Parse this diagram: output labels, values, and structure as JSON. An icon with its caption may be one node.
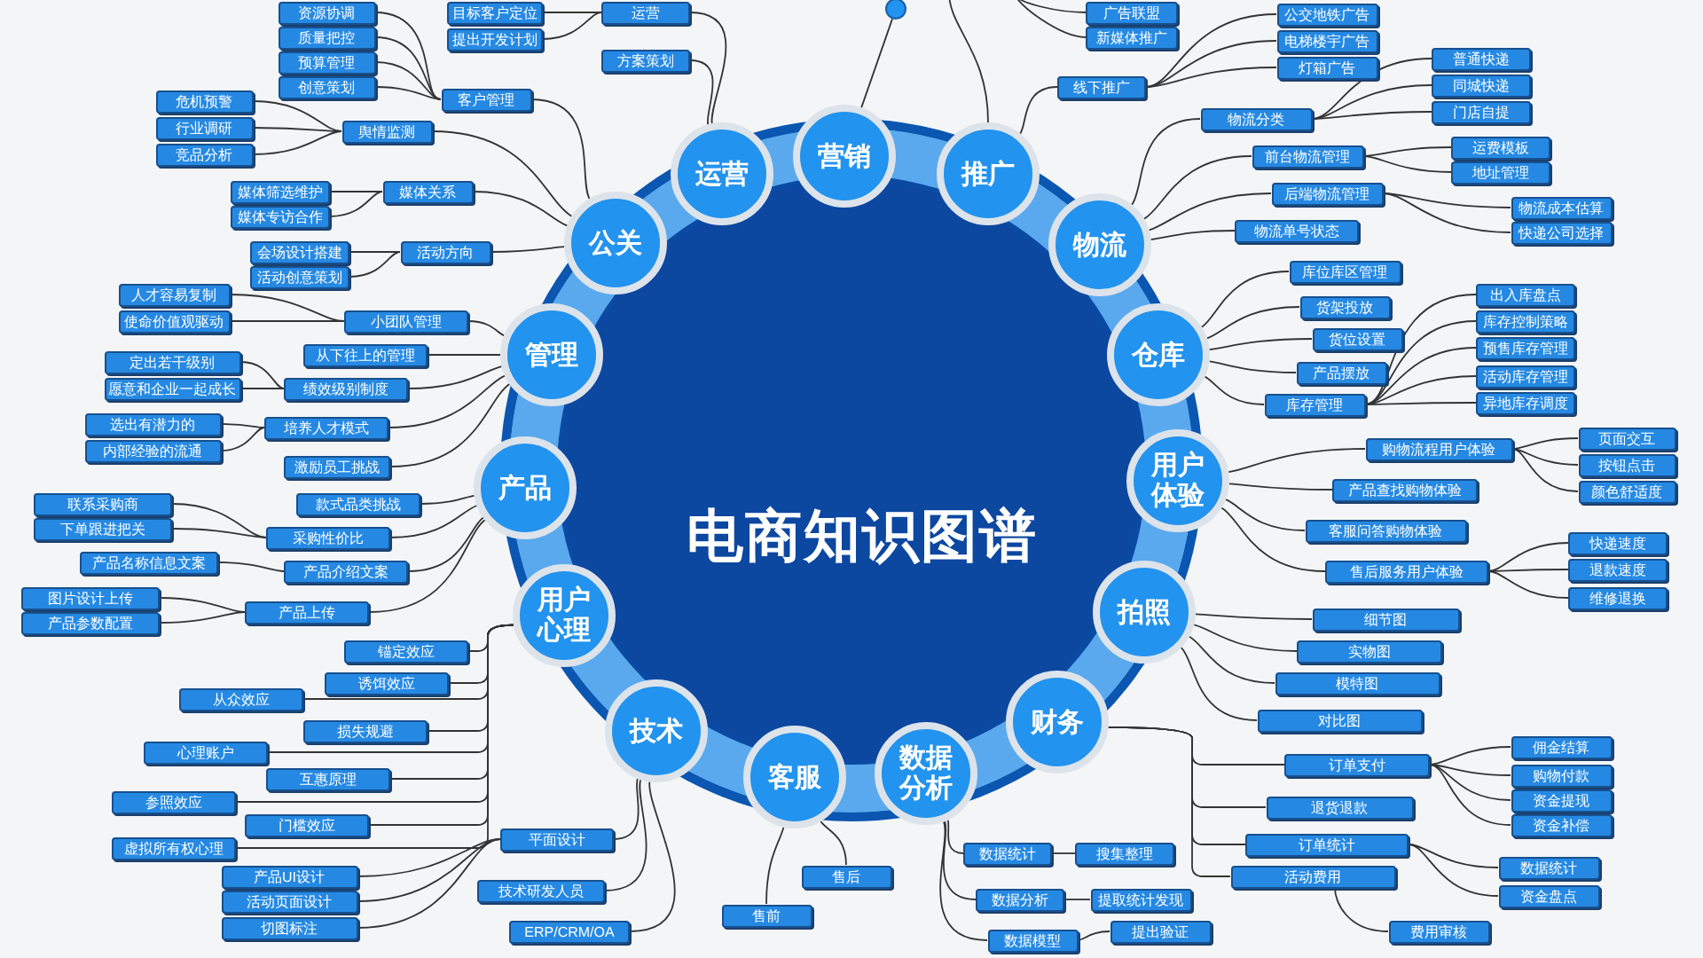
{
  "diagram": {
    "title": "电商知识图谱",
    "nodes": [
      {
        "text": [],
        "shape": "circle"
      },
      {
        "text": [
          "营销"
        ]
      },
      {
        "text": [
          "推广"
        ]
      },
      {
        "text": [
          "物流"
        ]
      },
      {
        "text": [
          "仓库"
        ]
      },
      {
        "text": [
          "用户体验"
        ]
      },
      {
        "text": [
          "拍照"
        ]
      },
      {
        "text": [
          "财务"
        ]
      },
      {
        "text": [
          "数据分析"
        ]
      },
      {
        "text": [
          "客服"
        ]
      },
      {
        "text": [
          "技术"
        ]
      },
      {
        "text": [
          "用户心理"
        ]
      },
      {
        "text": [
          "产品"
        ]
      },
      {
        "text": [
          "管理"
        ]
      },
      {
        "text": [
          "公关"
        ]
      },
      {
        "text": [
          "运营"
        ]
      },
      {
        "text": [
          "线下推广"
        ]
      },
      {
        "text": [
          "公交地铁广告"
        ]
      },
      {
        "text": [
          "电梯楼宇广告"
        ]
      },
      {
        "text": [
          "灯箱广告"
        ]
      },
      {
        "text": [
          "广告联盟"
        ]
      },
      {
        "text": [
          "新媒体推广"
        ]
      },
      {
        "text": [
          "运营"
        ]
      },
      {
        "text": [
          "目标客户定位"
        ]
      },
      {
        "text": [
          "提出开发计划"
        ]
      },
      {
        "text": [
          "方案策划"
        ]
      },
      {
        "text": [
          "客户管理"
        ]
      },
      {
        "text": [
          "资源协调"
        ]
      },
      {
        "text": [
          "质量把控"
        ]
      },
      {
        "text": [
          "预算管理"
        ]
      },
      {
        "text": [
          "创意策划"
        ]
      },
      {
        "text": [
          "舆情监测"
        ]
      },
      {
        "text": [
          "危机预警"
        ]
      },
      {
        "text": [
          "行业调研"
        ]
      },
      {
        "text": [
          "竞品分析"
        ]
      },
      {
        "text": [
          "媒体关系"
        ]
      },
      {
        "text": [
          "媒体筛选维护"
        ]
      },
      {
        "text": [
          "媒体专访合作"
        ]
      },
      {
        "text": [
          "活动方向"
        ]
      },
      {
        "text": [
          "会场设计搭建"
        ]
      },
      {
        "text": [
          "活动创意策划"
        ]
      },
      {
        "text": [
          "小团队管理"
        ]
      },
      {
        "text": [
          "人才容易复制"
        ]
      },
      {
        "text": [
          "使命价值观驱动"
        ]
      },
      {
        "text": [
          "从下往上的管理"
        ]
      },
      {
        "text": [
          "绩效级别制度"
        ]
      },
      {
        "text": [
          "定出若干级别"
        ]
      },
      {
        "text": [
          "愿意和企业一起成长"
        ]
      },
      {
        "text": [
          "培养人才模式"
        ]
      },
      {
        "text": [
          "选出有潜力的"
        ]
      },
      {
        "text": [
          "内部经验的流通"
        ]
      },
      {
        "text": [
          "激励员工挑战"
        ]
      },
      {
        "text": [
          "款式品类挑战"
        ]
      },
      {
        "text": [
          "采购性价比"
        ]
      },
      {
        "text": [
          "联系采购商"
        ]
      },
      {
        "text": [
          "下单跟进把关"
        ]
      },
      {
        "text": [
          "产品介绍文案"
        ]
      },
      {
        "text": [
          "产品名称信息文案"
        ]
      },
      {
        "text": [
          "产品上传"
        ]
      },
      {
        "text": [
          "图片设计上传"
        ]
      },
      {
        "text": [
          "产品参数配置"
        ]
      },
      {
        "text": [
          "锚定效应"
        ]
      },
      {
        "text": [
          "诱饵效应"
        ]
      },
      {
        "text": [
          "从众效应"
        ]
      },
      {
        "text": [
          "损失规避"
        ]
      },
      {
        "text": [
          "心理账户"
        ]
      },
      {
        "text": [
          "互惠原理"
        ]
      },
      {
        "text": [
          "参照效应"
        ]
      },
      {
        "text": [
          "门槛效应"
        ]
      },
      {
        "text": [
          "虚拟所有权心理"
        ]
      },
      {
        "text": [
          "平面设计"
        ]
      },
      {
        "text": [
          "产品UI设计"
        ]
      },
      {
        "text": [
          "活动页面设计"
        ]
      },
      {
        "text": [
          "切图标注"
        ]
      },
      {
        "text": [
          "技术研发人员"
        ]
      },
      {
        "text": [
          "ERP/CRM/OA"
        ]
      },
      {
        "text": [
          "售后"
        ]
      },
      {
        "text": [
          "售前"
        ]
      },
      {
        "text": [
          "数据统计"
        ]
      },
      {
        "text": [
          "搜集整理"
        ]
      },
      {
        "text": [
          "数据分析"
        ]
      },
      {
        "text": [
          "提取统计发现"
        ]
      },
      {
        "text": [
          "数据模型"
        ]
      },
      {
        "text": [
          "提出验证"
        ]
      },
      {
        "text": [
          "订单支付"
        ]
      },
      {
        "text": [
          "佣金结算"
        ]
      },
      {
        "text": [
          "购物付款"
        ]
      },
      {
        "text": [
          "资金提现"
        ]
      },
      {
        "text": [
          "资金补偿"
        ]
      },
      {
        "text": [
          "退货退款"
        ]
      },
      {
        "text": [
          "订单统计"
        ]
      },
      {
        "text": [
          "数据统计"
        ]
      },
      {
        "text": [
          "资金盘点"
        ]
      },
      {
        "text": [
          "活动费用"
        ]
      },
      {
        "text": [
          "费用审核"
        ]
      },
      {
        "text": [
          "细节图"
        ]
      },
      {
        "text": [
          "实物图"
        ]
      },
      {
        "text": [
          "模特图"
        ]
      },
      {
        "text": [
          "对比图"
        ]
      },
      {
        "text": [
          "购物流程用户体验"
        ]
      },
      {
        "text": [
          "页面交互"
        ]
      },
      {
        "text": [
          "按钮点击"
        ]
      },
      {
        "text": [
          "颜色舒适度"
        ]
      },
      {
        "text": [
          "产品查找购物体验"
        ]
      },
      {
        "text": [
          "客服问答购物体验"
        ]
      },
      {
        "text": [
          "售后服务用户体验"
        ]
      },
      {
        "text": [
          "快递速度"
        ]
      },
      {
        "text": [
          "退款速度"
        ]
      },
      {
        "text": [
          "维修退换"
        ]
      },
      {
        "text": [
          "库位库区管理"
        ]
      },
      {
        "text": [
          "货架投放"
        ]
      },
      {
        "text": [
          "货位设置"
        ]
      },
      {
        "text": [
          "产品摆放"
        ]
      },
      {
        "text": [
          "库存管理"
        ]
      },
      {
        "text": [
          "出入库盘点"
        ]
      },
      {
        "text": [
          "库存控制策略"
        ]
      },
      {
        "text": [
          "预售库存管理"
        ]
      },
      {
        "text": [
          "活动库存管理"
        ]
      },
      {
        "text": [
          "异地库存调度"
        ]
      },
      {
        "text": [
          "物流分类"
        ]
      },
      {
        "text": [
          "普通快递"
        ]
      },
      {
        "text": [
          "同城快递"
        ]
      },
      {
        "text": [
          "门店自提"
        ]
      },
      {
        "text": [
          "前台物流管理"
        ]
      },
      {
        "text": [
          "运费模板"
        ]
      },
      {
        "text": [
          "地址管理"
        ]
      },
      {
        "text": [
          "后端物流管理"
        ]
      },
      {
        "text": [
          "物流成本估算"
        ]
      },
      {
        "text": [
          "快递公司选择"
        ]
      },
      {
        "text": [
          "物流单号状态"
        ]
      }
    ],
    "edges": [
      {
        "from": 1,
        "to": 0,
        "arrow": "none"
      },
      {
        "from": 2,
        "to": null,
        "arrow": "none"
      },
      {
        "from": null,
        "to": 20,
        "arrow": "none"
      },
      {
        "from": null,
        "to": 21,
        "arrow": "none"
      },
      {
        "from": 2,
        "to": 16,
        "arrow": "none"
      },
      {
        "from": 16,
        "to": 17,
        "arrow": "none"
      },
      {
        "from": 16,
        "to": 18,
        "arrow": "none"
      },
      {
        "from": 16,
        "to": 19,
        "arrow": "none"
      },
      {
        "from": 15,
        "to": 22,
        "arrow": "none"
      },
      {
        "from": 22,
        "to": 23,
        "arrow": "none"
      },
      {
        "from": 22,
        "to": 24,
        "arrow": "none"
      },
      {
        "from": 15,
        "to": 25,
        "arrow": "none"
      },
      {
        "from": 14,
        "to": 26,
        "arrow": "none"
      },
      {
        "from": 26,
        "to": 27,
        "arrow": "none"
      },
      {
        "from": 26,
        "to": 28,
        "arrow": "none"
      },
      {
        "from": 26,
        "to": 29,
        "arrow": "none"
      },
      {
        "from": 26,
        "to": 30,
        "arrow": "none"
      },
      {
        "from": 14,
        "to": 31,
        "arrow": "none"
      },
      {
        "from": 31,
        "to": 32,
        "arrow": "none"
      },
      {
        "from": 31,
        "to": 33,
        "arrow": "none"
      },
      {
        "from": 31,
        "to": 34,
        "arrow": "none"
      },
      {
        "from": 14,
        "to": 35,
        "arrow": "none"
      },
      {
        "from": 35,
        "to": 36,
        "arrow": "none"
      },
      {
        "from": 35,
        "to": 37,
        "arrow": "none"
      },
      {
        "from": 14,
        "to": 38,
        "arrow": "none"
      },
      {
        "from": 38,
        "to": 39,
        "arrow": "none"
      },
      {
        "from": 38,
        "to": 40,
        "arrow": "none"
      },
      {
        "from": 13,
        "to": 41,
        "arrow": "none"
      },
      {
        "from": 41,
        "to": 42,
        "arrow": "none"
      },
      {
        "from": 41,
        "to": 43,
        "arrow": "none"
      },
      {
        "from": 13,
        "to": 44,
        "arrow": "none"
      },
      {
        "from": 13,
        "to": 45,
        "arrow": "none"
      },
      {
        "from": 45,
        "to": 46,
        "arrow": "none"
      },
      {
        "from": 45,
        "to": 47,
        "arrow": "none"
      },
      {
        "from": 13,
        "to": 48,
        "arrow": "none"
      },
      {
        "from": 48,
        "to": 49,
        "arrow": "none"
      },
      {
        "from": 48,
        "to": 50,
        "arrow": "none"
      },
      {
        "from": 13,
        "to": 51,
        "arrow": "none"
      },
      {
        "from": 12,
        "to": 52,
        "arrow": "none"
      },
      {
        "from": 12,
        "to": 53,
        "arrow": "none"
      },
      {
        "from": 53,
        "to": 54,
        "arrow": "none"
      },
      {
        "from": 53,
        "to": 55,
        "arrow": "none"
      },
      {
        "from": 12,
        "to": 56,
        "arrow": "none"
      },
      {
        "from": 56,
        "to": 57,
        "arrow": "none"
      },
      {
        "from": 12,
        "to": 58,
        "arrow": "none"
      },
      {
        "from": 58,
        "to": 59,
        "arrow": "none"
      },
      {
        "from": 58,
        "to": 60,
        "arrow": "none"
      },
      {
        "from": 11,
        "to": 61,
        "arrow": "none"
      },
      {
        "from": 11,
        "to": 62,
        "arrow": "none"
      },
      {
        "from": 11,
        "to": 63,
        "arrow": "none"
      },
      {
        "from": 11,
        "to": 64,
        "arrow": "none"
      },
      {
        "from": 11,
        "to": 65,
        "arrow": "none"
      },
      {
        "from": 11,
        "to": 66,
        "arrow": "none"
      },
      {
        "from": 11,
        "to": 67,
        "arrow": "none"
      },
      {
        "from": 11,
        "to": 68,
        "arrow": "none"
      },
      {
        "from": 11,
        "to": 69,
        "arrow": "none"
      },
      {
        "from": 10,
        "to": 70,
        "arrow": "none"
      },
      {
        "from": 70,
        "to": 71,
        "arrow": "none"
      },
      {
        "from": 70,
        "to": 72,
        "arrow": "none"
      },
      {
        "from": 70,
        "to": 73,
        "arrow": "none"
      },
      {
        "from": 10,
        "to": 74,
        "arrow": "none"
      },
      {
        "from": 10,
        "to": 75,
        "arrow": "none"
      },
      {
        "from": 9,
        "to": 76,
        "arrow": "none"
      },
      {
        "from": 9,
        "to": 77,
        "arrow": "none"
      },
      {
        "from": 8,
        "to": 78,
        "arrow": "none"
      },
      {
        "from": 78,
        "to": 79,
        "arrow": "none"
      },
      {
        "from": 8,
        "to": 80,
        "arrow": "none"
      },
      {
        "from": 80,
        "to": 81,
        "arrow": "none"
      },
      {
        "from": 8,
        "to": 82,
        "arrow": "none"
      },
      {
        "from": 82,
        "to": 83,
        "arrow": "none"
      },
      {
        "from": 7,
        "to": 84,
        "arrow": "none"
      },
      {
        "from": 84,
        "to": 85,
        "arrow": "none"
      },
      {
        "from": 84,
        "to": 86,
        "arrow": "none"
      },
      {
        "from": 84,
        "to": 87,
        "arrow": "none"
      },
      {
        "from": 84,
        "to": 88,
        "arrow": "none"
      },
      {
        "from": 7,
        "to": 89,
        "arrow": "none"
      },
      {
        "from": 7,
        "to": 90,
        "arrow": "none"
      },
      {
        "from": 90,
        "to": 91,
        "arrow": "none"
      },
      {
        "from": 90,
        "to": 92,
        "arrow": "none"
      },
      {
        "from": 7,
        "to": 93,
        "arrow": "none"
      },
      {
        "from": 93,
        "to": 94,
        "arrow": "none"
      },
      {
        "from": 6,
        "to": 95,
        "arrow": "none"
      },
      {
        "from": 6,
        "to": 96,
        "arrow": "none"
      },
      {
        "from": 6,
        "to": 97,
        "arrow": "none"
      },
      {
        "from": 6,
        "to": 98,
        "arrow": "none"
      },
      {
        "from": 5,
        "to": 99,
        "arrow": "none"
      },
      {
        "from": 99,
        "to": 100,
        "arrow": "none"
      },
      {
        "from": 99,
        "to": 101,
        "arrow": "none"
      },
      {
        "from": 99,
        "to": 102,
        "arrow": "none"
      },
      {
        "from": 5,
        "to": 103,
        "arrow": "none"
      },
      {
        "from": 5,
        "to": 104,
        "arrow": "none"
      },
      {
        "from": 5,
        "to": 105,
        "arrow": "none"
      },
      {
        "from": 105,
        "to": 106,
        "arrow": "none"
      },
      {
        "from": 105,
        "to": 107,
        "arrow": "none"
      },
      {
        "from": 105,
        "to": 108,
        "arrow": "none"
      },
      {
        "from": 4,
        "to": 109,
        "arrow": "none"
      },
      {
        "from": 4,
        "to": 110,
        "arrow": "none"
      },
      {
        "from": 4,
        "to": 111,
        "arrow": "none"
      },
      {
        "from": 4,
        "to": 112,
        "arrow": "none"
      },
      {
        "from": 4,
        "to": 113,
        "arrow": "none"
      },
      {
        "from": 113,
        "to": 114,
        "arrow": "none"
      },
      {
        "from": 113,
        "to": 115,
        "arrow": "none"
      },
      {
        "from": 113,
        "to": 116,
        "arrow": "none"
      },
      {
        "from": 113,
        "to": 117,
        "arrow": "none"
      },
      {
        "from": 113,
        "to": 118,
        "arrow": "none"
      },
      {
        "from": 3,
        "to": 119,
        "arrow": "none"
      },
      {
        "from": 119,
        "to": 120,
        "arrow": "none"
      },
      {
        "from": 119,
        "to": 121,
        "arrow": "none"
      },
      {
        "from": 119,
        "to": 122,
        "arrow": "none"
      },
      {
        "from": 3,
        "to": 123,
        "arrow": "none"
      },
      {
        "from": 123,
        "to": 124,
        "arrow": "none"
      },
      {
        "from": 123,
        "to": 125,
        "arrow": "none"
      },
      {
        "from": 3,
        "to": 126,
        "arrow": "none"
      },
      {
        "from": 126,
        "to": 127,
        "arrow": "none"
      },
      {
        "from": 126,
        "to": 128,
        "arrow": "none"
      },
      {
        "from": 3,
        "to": 129,
        "arrow": "none"
      }
    ]
  }
}
